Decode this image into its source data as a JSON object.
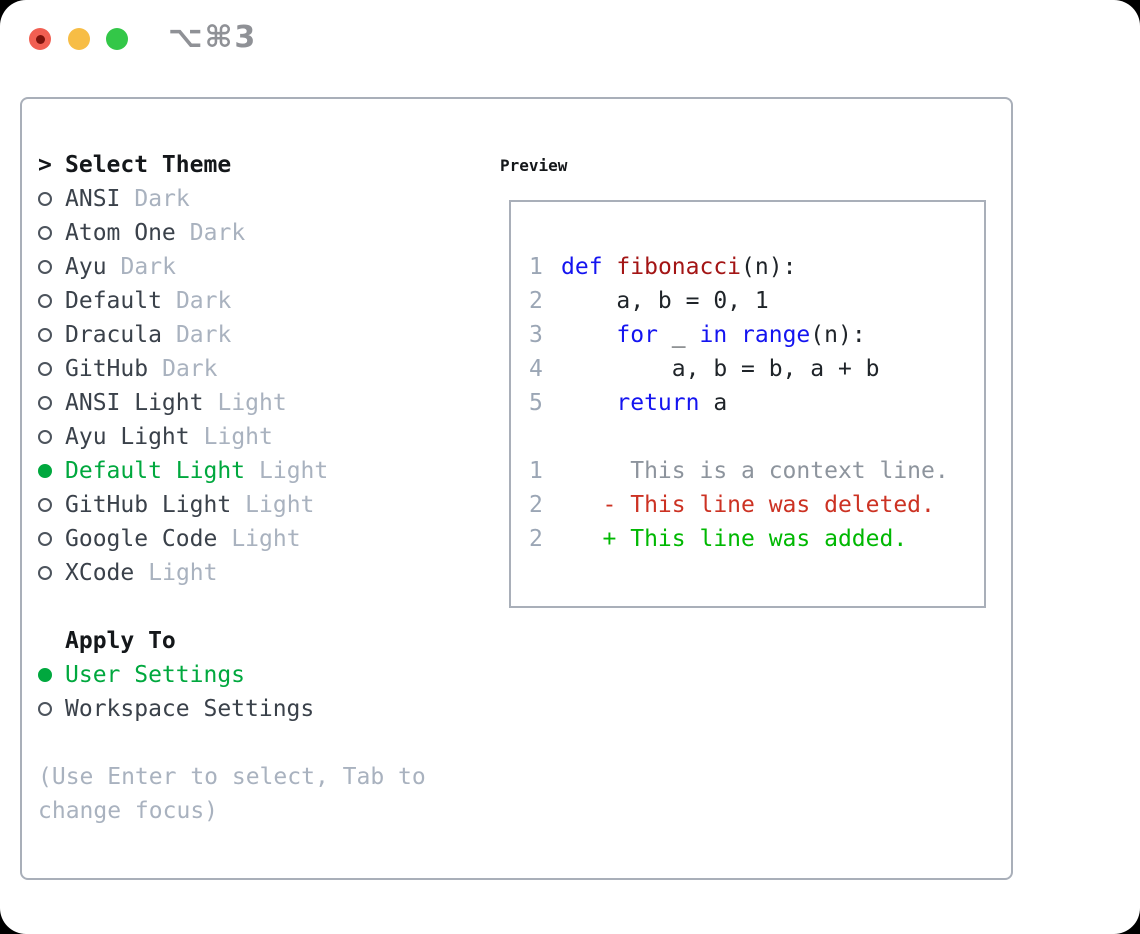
{
  "window": {
    "shortcut": "⌥⌘3",
    "controls": [
      {
        "name": "close"
      },
      {
        "name": "minimize"
      },
      {
        "name": "zoom"
      }
    ]
  },
  "colors": {
    "accent": "#00a83e",
    "added": "#00b802",
    "deleted": "#cc3223",
    "keyword": "#1414f0",
    "function": "#a31515",
    "code": "#1f2429",
    "muted": "#a9b2bf",
    "item": "#3a414a",
    "lineno": "#9ba6b5",
    "context": "#8d949d",
    "border": "#a9afb9",
    "header": "#14171a",
    "radio": "#4d545d",
    "tl-red": "#f15f52",
    "tl-red-dot": "#7d130c",
    "tl-yellow": "#f7bd45",
    "tl-green": "#33c748",
    "shortcut": "#8f9196"
  },
  "sidebar": {
    "header_marker": ">",
    "header": "Select Theme",
    "themes": [
      {
        "name": "ANSI",
        "variant": "Dark",
        "selected": false
      },
      {
        "name": "Atom One",
        "variant": "Dark",
        "selected": false
      },
      {
        "name": "Ayu",
        "variant": "Dark",
        "selected": false
      },
      {
        "name": "Default",
        "variant": "Dark",
        "selected": false
      },
      {
        "name": "Dracula",
        "variant": "Dark",
        "selected": false
      },
      {
        "name": "GitHub",
        "variant": "Dark",
        "selected": false
      },
      {
        "name": "ANSI Light",
        "variant": "Light",
        "selected": false
      },
      {
        "name": "Ayu Light",
        "variant": "Light",
        "selected": false
      },
      {
        "name": "Default Light",
        "variant": "Light",
        "selected": true
      },
      {
        "name": "GitHub Light",
        "variant": "Light",
        "selected": false
      },
      {
        "name": "Google Code",
        "variant": "Light",
        "selected": false
      },
      {
        "name": "XCode",
        "variant": "Light",
        "selected": false
      }
    ],
    "apply_to": {
      "label": "Apply To",
      "options": [
        {
          "name": "User Settings",
          "selected": true
        },
        {
          "name": "Workspace Settings",
          "selected": false
        }
      ]
    },
    "hint_lines": [
      "(Use Enter to select, Tab to",
      "change focus)"
    ]
  },
  "preview": {
    "title": "Preview",
    "lines": [
      {
        "num": "1",
        "segs": [
          {
            "t": "def",
            "c": "keyword"
          },
          {
            "t": " ",
            "c": "code"
          },
          {
            "t": "fibonacci",
            "c": "function"
          },
          {
            "t": "(n):",
            "c": "code"
          }
        ]
      },
      {
        "num": "2",
        "segs": [
          {
            "t": "    a, b = 0, 1",
            "c": "code"
          }
        ]
      },
      {
        "num": "3",
        "segs": [
          {
            "t": "    ",
            "c": "code"
          },
          {
            "t": "for",
            "c": "keyword"
          },
          {
            "t": " _ ",
            "c": "code"
          },
          {
            "t": "in",
            "c": "keyword"
          },
          {
            "t": " ",
            "c": "code"
          },
          {
            "t": "range",
            "c": "keyword"
          },
          {
            "t": "(n):",
            "c": "code"
          }
        ]
      },
      {
        "num": "4",
        "segs": [
          {
            "t": "        a, b = b, a + b",
            "c": "code"
          }
        ]
      },
      {
        "num": "5",
        "segs": [
          {
            "t": "    ",
            "c": "code"
          },
          {
            "t": "return",
            "c": "keyword"
          },
          {
            "t": " a",
            "c": "code"
          }
        ]
      },
      {
        "num": "",
        "segs": []
      },
      {
        "num": "1",
        "segs": [
          {
            "t": "     This is a context line.",
            "c": "context"
          }
        ]
      },
      {
        "num": "2",
        "segs": [
          {
            "t": "   - This line was deleted.",
            "c": "deleted"
          }
        ]
      },
      {
        "num": "2",
        "segs": [
          {
            "t": "   + This line was added.",
            "c": "added"
          }
        ]
      }
    ]
  }
}
